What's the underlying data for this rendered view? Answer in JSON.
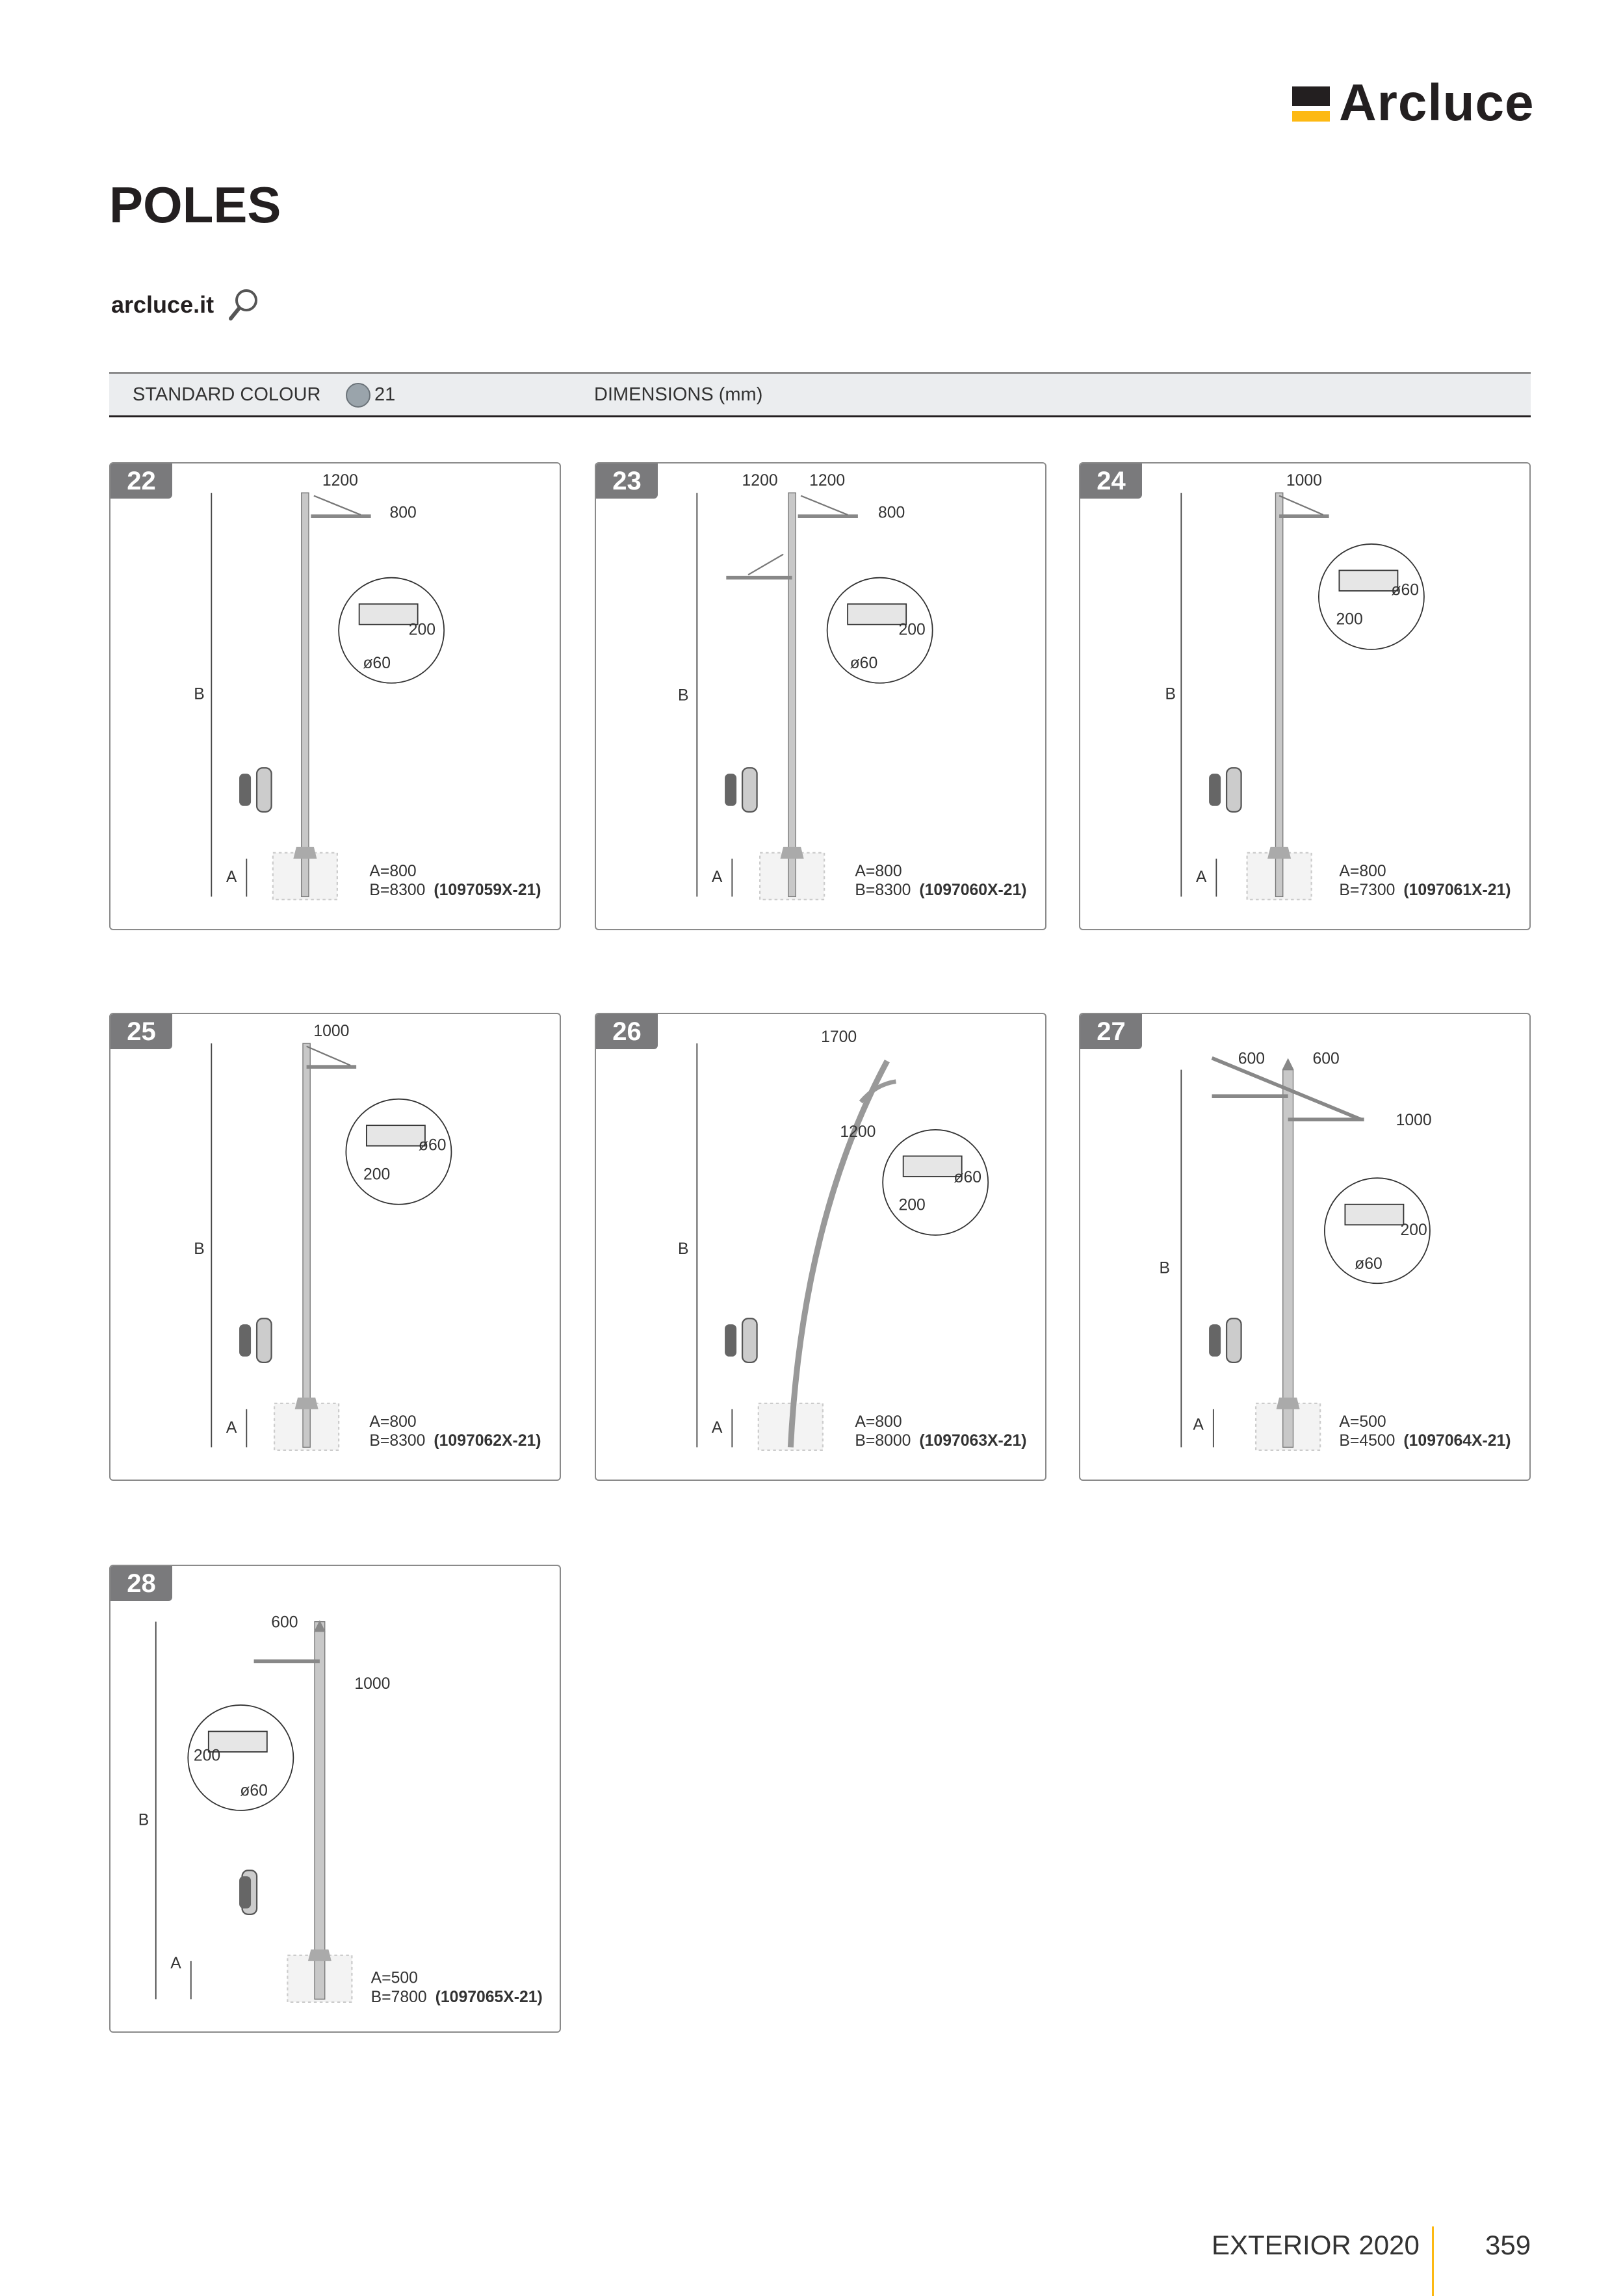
{
  "brand": {
    "name": "Arcluce",
    "colors": {
      "black": "#231f20",
      "yellow": "#fdb913"
    }
  },
  "title": "POLES",
  "website": "arcluce.it",
  "bar": {
    "standard_colour_label": "STANDARD COLOUR",
    "colour_code": "21",
    "colour_swatch": "#9aa4ab",
    "dimensions_label": "DIMENSIONS (mm)"
  },
  "cards": [
    {
      "number": "22",
      "b_label": "B",
      "a_label": "A",
      "dims": [
        "1200",
        "800",
        "200",
        "ø60"
      ],
      "a": "A=800",
      "b": "B=8300",
      "code": "(1097059X-21)"
    },
    {
      "number": "23",
      "b_label": "B",
      "a_label": "A",
      "dims": [
        "1200",
        "1200",
        "800",
        "200",
        "ø60"
      ],
      "a": "A=800",
      "b": "B=8300",
      "code": "(1097060X-21)"
    },
    {
      "number": "24",
      "b_label": "B",
      "a_label": "A",
      "dims": [
        "1000",
        "ø60",
        "200"
      ],
      "a": "A=800",
      "b": "B=7300",
      "code": "(1097061X-21)"
    },
    {
      "number": "25",
      "b_label": "B",
      "a_label": "A",
      "dims": [
        "1000",
        "ø60",
        "200"
      ],
      "a": "A=800",
      "b": "B=8300",
      "code": "(1097062X-21)"
    },
    {
      "number": "26",
      "b_label": "B",
      "a_label": "A",
      "dims": [
        "1700",
        "1200",
        "ø60",
        "200"
      ],
      "a": "A=800",
      "b": "B=8000",
      "code": "(1097063X-21)"
    },
    {
      "number": "27",
      "b_label": "B",
      "a_label": "A",
      "dims": [
        "600",
        "600",
        "1000",
        "200",
        "ø60"
      ],
      "a": "A=500",
      "b": "B=4500",
      "code": "(1097064X-21)"
    },
    {
      "number": "28",
      "b_label": "B",
      "a_label": "A",
      "dims": [
        "600",
        "1000",
        "200",
        "ø60"
      ],
      "a": "A=500",
      "b": "B=7800",
      "code": "(1097065X-21)"
    }
  ],
  "footer": {
    "label": "EXTERIOR 2020",
    "page": "359"
  }
}
